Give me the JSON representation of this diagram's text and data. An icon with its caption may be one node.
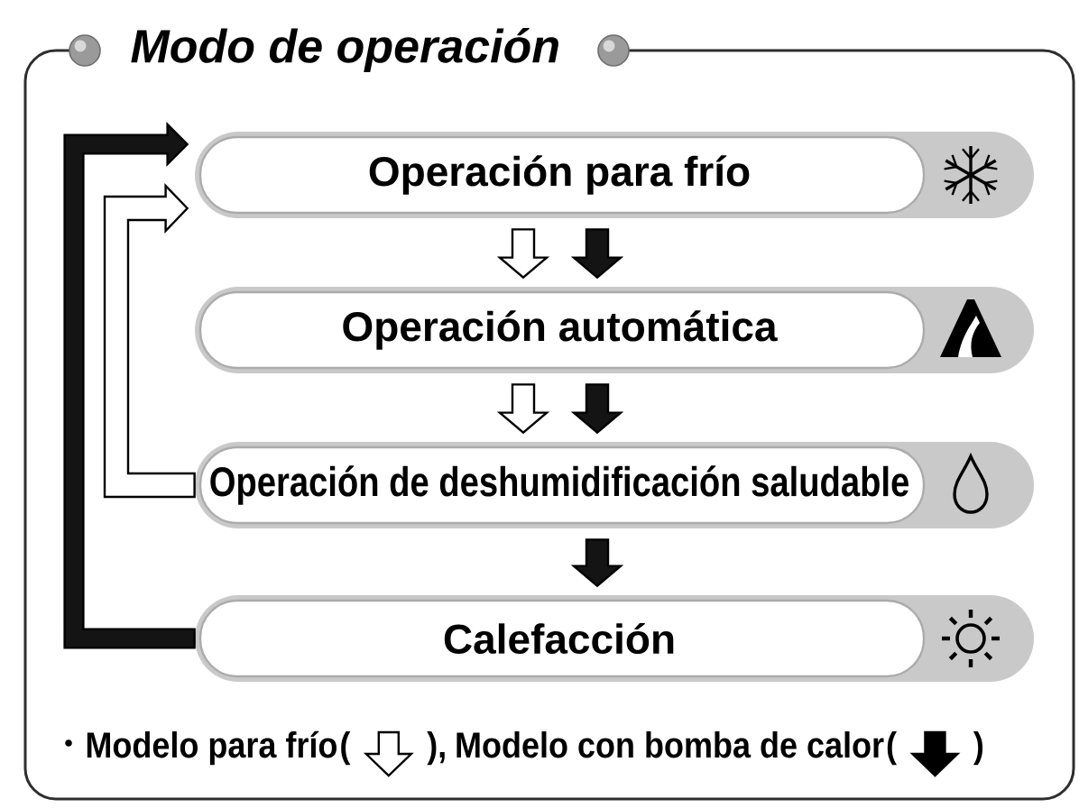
{
  "diagram": {
    "nodes": [
      {
        "text": [
          "Modo de operación"
        ]
      },
      {
        "text": [
          "Operación para frío"
        ],
        "in": 0
      },
      {
        "text": [
          "Operación automática"
        ],
        "in": 0
      },
      {
        "text": [
          "Operación de deshumidificación saludable"
        ],
        "in": 0
      },
      {
        "text": [
          "Calefacción"
        ],
        "in": 0
      }
    ],
    "edges": [
      {
        "from": 1,
        "to": 2,
        "arrow": "to",
        "color": "#ffffff"
      },
      {
        "from": 1,
        "to": 2,
        "arrow": "to"
      },
      {
        "from": 2,
        "to": 3,
        "arrow": "to",
        "color": "#ffffff"
      },
      {
        "from": 2,
        "to": 3,
        "arrow": "to"
      },
      {
        "from": 3,
        "to": 4,
        "arrow": "to"
      },
      {
        "from": 4,
        "to": 1,
        "arrow": "to"
      },
      {
        "from": 3,
        "to": 1,
        "arrow": "to",
        "color": "#ffffff"
      }
    ],
    "labels": [
      "(",
      "),",
      "(",
      ")"
    ],
    "legend": [
      {
        "text": "Modelo para frío"
      },
      {
        "text": "Modelo con bomba de calor"
      }
    ]
  }
}
